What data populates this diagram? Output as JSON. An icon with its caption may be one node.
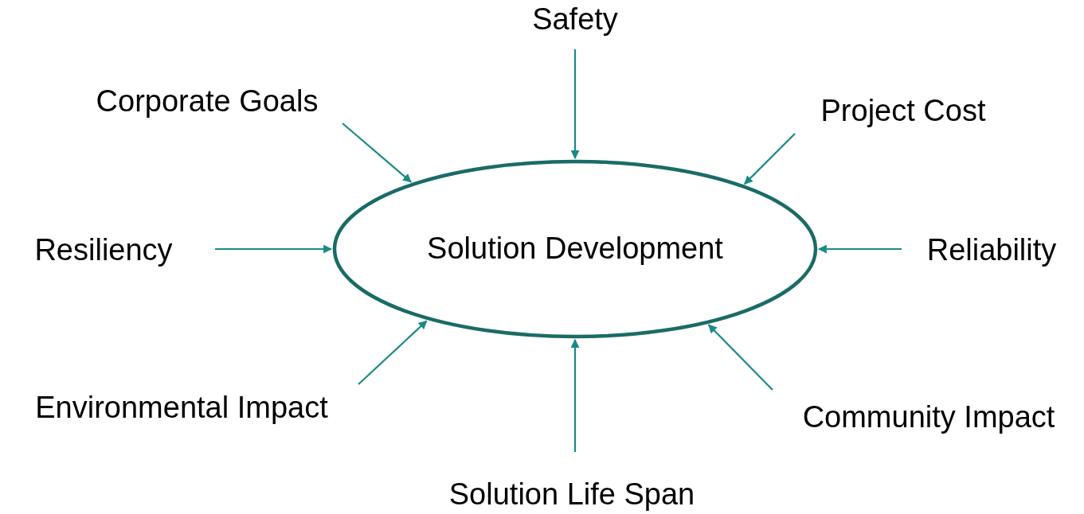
{
  "diagram": {
    "nodes": [
      {
        "text": [
          "Safety"
        ]
      },
      {
        "text": [
          "Corporate Goals"
        ]
      },
      {
        "text": [
          "Project Cost"
        ]
      },
      {
        "text": [
          "Resiliency"
        ]
      },
      {
        "text": [
          "Solution Development"
        ]
      },
      {
        "text": [
          "Reliability"
        ]
      },
      {
        "text": [
          "Environmental Impact"
        ]
      },
      {
        "text": [
          "Community Impact"
        ]
      },
      {
        "text": [
          "Solution Life Span"
        ]
      }
    ],
    "edges": [
      {
        "from": 0,
        "to": 4,
        "arrow": "to"
      },
      {
        "from": 1,
        "to": 4,
        "arrow": "to"
      },
      {
        "from": 2,
        "to": 4,
        "arrow": "to"
      },
      {
        "from": 3,
        "to": 4,
        "arrow": "to"
      },
      {
        "from": 5,
        "to": 4,
        "arrow": "to"
      },
      {
        "from": 6,
        "to": 4,
        "arrow": "to"
      },
      {
        "from": 7,
        "to": 4,
        "arrow": "to"
      },
      {
        "from": 8,
        "to": 4,
        "arrow": "to"
      }
    ]
  }
}
